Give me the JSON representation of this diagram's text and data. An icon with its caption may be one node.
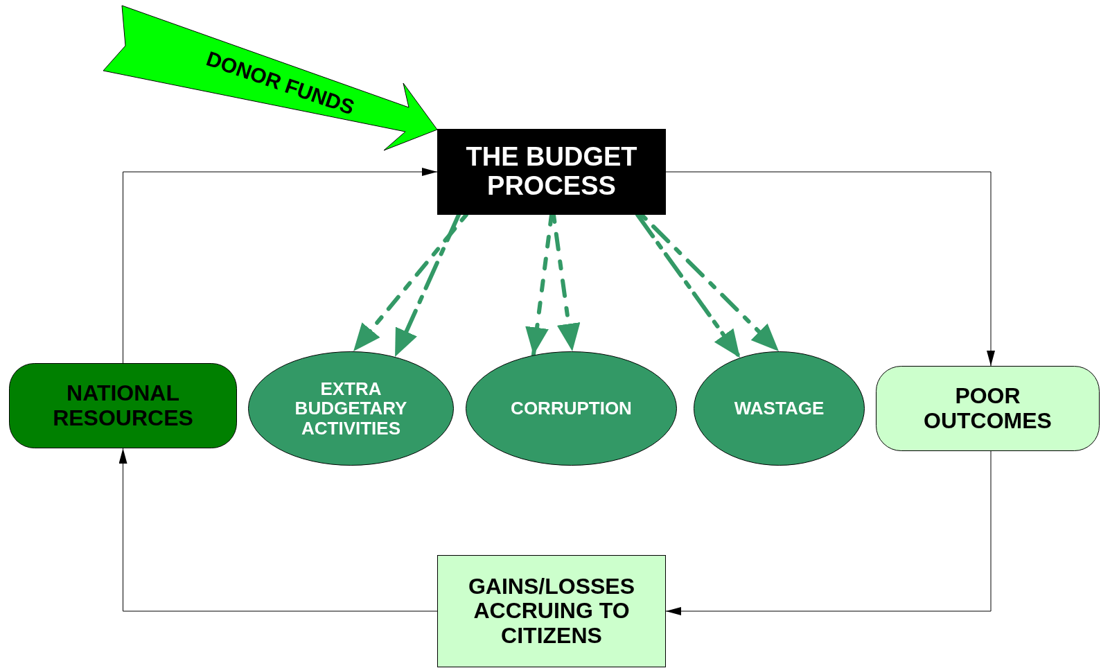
{
  "diagram": {
    "nodes": [
      {
        "text": [
          "THE BUDGET PROCESS"
        ]
      },
      {
        "text": [
          "NATIONAL RESOURCES"
        ]
      },
      {
        "text": [
          "EXTRA BUDGETARY ACTIVITIES"
        ]
      },
      {
        "text": [
          "CORRUPTION"
        ]
      },
      {
        "text": [
          "WASTAGE"
        ]
      },
      {
        "text": [
          "POOR OUTCOMES"
        ]
      },
      {
        "text": [
          "GAINS/LOSSES ACCRUING TO CITIZENS"
        ]
      }
    ],
    "edges": [
      {
        "from": null,
        "to": 0,
        "arrow": "to",
        "label": "DONOR FUNDS",
        "style": "thick",
        "color": "#00ff00"
      },
      {
        "from": 1,
        "to": 0,
        "arrow": "to",
        "color": "#000000"
      },
      {
        "from": 0,
        "to": 5,
        "arrow": "to",
        "color": "#000000"
      },
      {
        "from": 5,
        "to": 6,
        "arrow": "to",
        "color": "#000000"
      },
      {
        "from": 6,
        "to": 1,
        "arrow": "to",
        "color": "#000000"
      },
      {
        "from": 0,
        "to": 2,
        "arrow": "to",
        "style": "dashed",
        "color": "#339966"
      },
      {
        "from": 0,
        "to": 2,
        "arrow": "to",
        "style": "dashed",
        "color": "#339966"
      },
      {
        "from": 0,
        "to": 3,
        "arrow": "to",
        "style": "dashed",
        "color": "#339966"
      },
      {
        "from": 0,
        "to": 3,
        "arrow": "to",
        "style": "dashed",
        "color": "#339966"
      },
      {
        "from": 0,
        "to": 4,
        "arrow": "to",
        "style": "dashed",
        "color": "#339966"
      },
      {
        "from": 0,
        "to": 4,
        "arrow": "to",
        "style": "dashed",
        "color": "#339966"
      }
    ]
  }
}
